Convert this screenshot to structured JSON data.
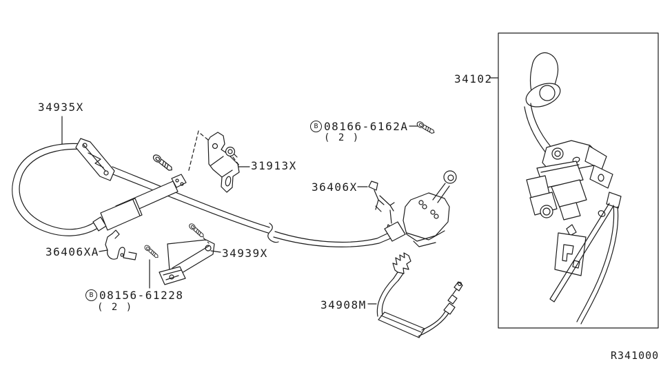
{
  "diagram": {
    "type": "parts-exploded-diagram",
    "ref_code": "R341000"
  },
  "labels": {
    "part_34935x": "34935X",
    "part_31913x": "31913X",
    "bolt_top_prefix": "B",
    "bolt_top_number": "08166-6162A",
    "bolt_top_qty": "( 2 )",
    "part_36406x": "36406X",
    "part_36406xa": "36406XA",
    "part_34939x": "34939X",
    "bolt_bottom_prefix": "B",
    "bolt_bottom_number": "08156-61228",
    "bolt_bottom_qty": "( 2 )",
    "part_34908m": "34908M",
    "part_34102": "34102",
    "ref_code": "R341000"
  },
  "colors": {
    "line": "#1c1c1c",
    "background": "#ffffff"
  }
}
